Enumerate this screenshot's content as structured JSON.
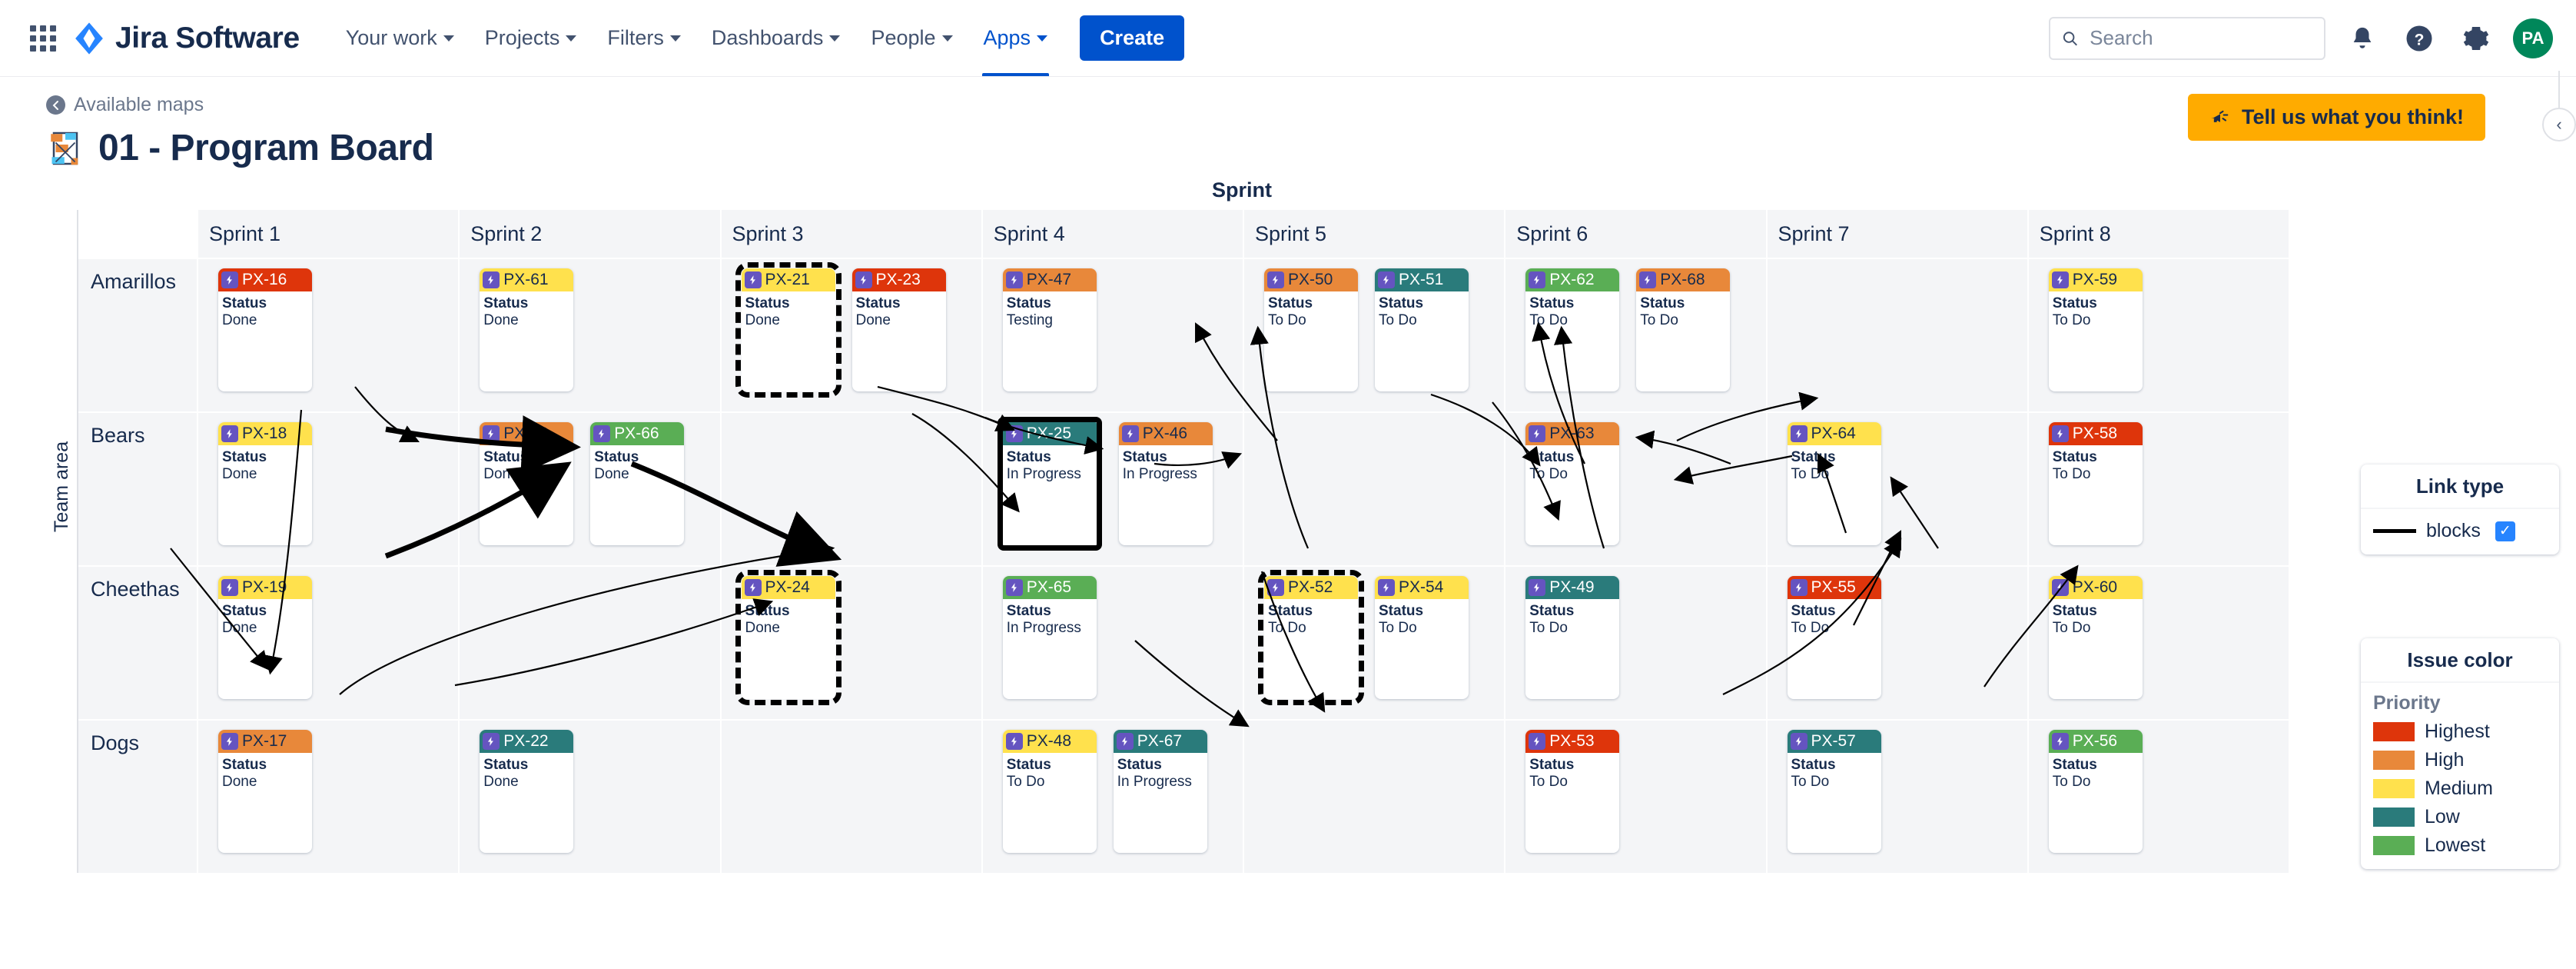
{
  "nav": {
    "brand": "Jira Software",
    "items": [
      {
        "label": "Your work",
        "caret": true,
        "active": false
      },
      {
        "label": "Projects",
        "caret": true,
        "active": false
      },
      {
        "label": "Filters",
        "caret": true,
        "active": false
      },
      {
        "label": "Dashboards",
        "caret": true,
        "active": false
      },
      {
        "label": "People",
        "caret": true,
        "active": false
      },
      {
        "label": "Apps",
        "caret": true,
        "active": true
      }
    ],
    "create_label": "Create",
    "search_placeholder": "Search",
    "search_value": "",
    "avatar_initials": "PA",
    "icons": {
      "app_switcher": "app-switcher-icon",
      "search": "search-icon",
      "notifications": "notification-bell-icon",
      "help": "help-question-icon",
      "settings": "gear-icon"
    }
  },
  "page": {
    "breadcrumb": "Available maps",
    "title": "01 - Program Board",
    "feedback_label": "Tell us what you think!",
    "collapse_label": "‹"
  },
  "board": {
    "column_axis_label": "Sprint",
    "row_axis_label": "Team area",
    "columns": [
      "Sprint 1",
      "Sprint 2",
      "Sprint 3",
      "Sprint 4",
      "Sprint 5",
      "Sprint 6",
      "Sprint 7",
      "Sprint 8"
    ],
    "rows": [
      "Amarillos",
      "Bears",
      "Cheethas",
      "Dogs"
    ],
    "field_label": "Status",
    "cards": [
      {
        "key": "PX-16",
        "status": "Done",
        "priority": "Highest",
        "color": "#DE350B",
        "row": 0,
        "col": 0,
        "selection": "none"
      },
      {
        "key": "PX-61",
        "status": "Done",
        "priority": "Medium",
        "color": "#FFE14D",
        "row": 0,
        "col": 1,
        "selection": "none"
      },
      {
        "key": "PX-21",
        "status": "Done",
        "priority": "Medium",
        "color": "#FFE14D",
        "row": 0,
        "col": 2,
        "selection": "dashed"
      },
      {
        "key": "PX-23",
        "status": "Done",
        "priority": "Highest",
        "color": "#DE350B",
        "row": 0,
        "col": 2,
        "selection": "none"
      },
      {
        "key": "PX-47",
        "status": "Testing",
        "priority": "High",
        "color": "#E8883A",
        "row": 0,
        "col": 3,
        "selection": "none"
      },
      {
        "key": "PX-50",
        "status": "To Do",
        "priority": "High",
        "color": "#E8883A",
        "row": 0,
        "col": 4,
        "selection": "none"
      },
      {
        "key": "PX-51",
        "status": "To Do",
        "priority": "Low",
        "color": "#2A7B7B",
        "row": 0,
        "col": 4,
        "selection": "none"
      },
      {
        "key": "PX-62",
        "status": "To Do",
        "priority": "Lowest",
        "color": "#5AAE55",
        "row": 0,
        "col": 5,
        "selection": "none"
      },
      {
        "key": "PX-68",
        "status": "To Do",
        "priority": "High",
        "color": "#E8883A",
        "row": 0,
        "col": 5,
        "selection": "none"
      },
      {
        "key": "PX-59",
        "status": "To Do",
        "priority": "Medium",
        "color": "#FFE14D",
        "row": 0,
        "col": 7,
        "selection": "none"
      },
      {
        "key": "PX-18",
        "status": "Done",
        "priority": "Medium",
        "color": "#FFE14D",
        "row": 1,
        "col": 0,
        "selection": "none"
      },
      {
        "key": "PX-20",
        "status": "Done",
        "priority": "High",
        "color": "#E8883A",
        "row": 1,
        "col": 1,
        "selection": "none"
      },
      {
        "key": "PX-66",
        "status": "Done",
        "priority": "Lowest",
        "color": "#5AAE55",
        "row": 1,
        "col": 1,
        "selection": "none"
      },
      {
        "key": "PX-25",
        "status": "In Progress",
        "priority": "Low",
        "color": "#2A7B7B",
        "row": 1,
        "col": 3,
        "selection": "solid"
      },
      {
        "key": "PX-46",
        "status": "In Progress",
        "priority": "High",
        "color": "#E8883A",
        "row": 1,
        "col": 3,
        "selection": "none"
      },
      {
        "key": "PX-63",
        "status": "To Do",
        "priority": "High",
        "color": "#E8883A",
        "row": 1,
        "col": 5,
        "selection": "none"
      },
      {
        "key": "PX-64",
        "status": "To Do",
        "priority": "Medium",
        "color": "#FFE14D",
        "row": 1,
        "col": 6,
        "selection": "none"
      },
      {
        "key": "PX-58",
        "status": "To Do",
        "priority": "Highest",
        "color": "#DE350B",
        "row": 1,
        "col": 7,
        "selection": "none"
      },
      {
        "key": "PX-19",
        "status": "Done",
        "priority": "Medium",
        "color": "#FFE14D",
        "row": 2,
        "col": 0,
        "selection": "none"
      },
      {
        "key": "PX-24",
        "status": "Done",
        "priority": "Medium",
        "color": "#FFE14D",
        "row": 2,
        "col": 2,
        "selection": "dashed"
      },
      {
        "key": "PX-65",
        "status": "In Progress",
        "priority": "Lowest",
        "color": "#5AAE55",
        "row": 2,
        "col": 3,
        "selection": "none"
      },
      {
        "key": "PX-52",
        "status": "To Do",
        "priority": "Medium",
        "color": "#FFE14D",
        "row": 2,
        "col": 4,
        "selection": "dashed"
      },
      {
        "key": "PX-54",
        "status": "To Do",
        "priority": "Medium",
        "color": "#FFE14D",
        "row": 2,
        "col": 4,
        "selection": "none"
      },
      {
        "key": "PX-49",
        "status": "To Do",
        "priority": "Low",
        "color": "#2A7B7B",
        "row": 2,
        "col": 5,
        "selection": "none"
      },
      {
        "key": "PX-55",
        "status": "To Do",
        "priority": "Highest",
        "color": "#DE350B",
        "row": 2,
        "col": 6,
        "selection": "none"
      },
      {
        "key": "PX-60",
        "status": "To Do",
        "priority": "Medium",
        "color": "#FFE14D",
        "row": 2,
        "col": 7,
        "selection": "none"
      },
      {
        "key": "PX-17",
        "status": "Done",
        "priority": "High",
        "color": "#E8883A",
        "row": 3,
        "col": 0,
        "selection": "none"
      },
      {
        "key": "PX-22",
        "status": "Done",
        "priority": "Low",
        "color": "#2A7B7B",
        "row": 3,
        "col": 1,
        "selection": "none"
      },
      {
        "key": "PX-48",
        "status": "To Do",
        "priority": "Medium",
        "color": "#FFE14D",
        "row": 3,
        "col": 3,
        "selection": "none"
      },
      {
        "key": "PX-67",
        "status": "In Progress",
        "priority": "Low",
        "color": "#2A7B7B",
        "row": 3,
        "col": 3,
        "selection": "none"
      },
      {
        "key": "PX-53",
        "status": "To Do",
        "priority": "Highest",
        "color": "#DE350B",
        "row": 3,
        "col": 5,
        "selection": "none"
      },
      {
        "key": "PX-57",
        "status": "To Do",
        "priority": "Low",
        "color": "#2A7B7B",
        "row": 3,
        "col": 6,
        "selection": "none"
      },
      {
        "key": "PX-56",
        "status": "To Do",
        "priority": "Lowest",
        "color": "#5AAE55",
        "row": 3,
        "col": 7,
        "selection": "none"
      }
    ]
  },
  "legend_linktype": {
    "title": "Link type",
    "rows": [
      {
        "label": "blocks",
        "checked": true,
        "color": "#000000"
      }
    ]
  },
  "legend_issuecolor": {
    "title": "Issue color",
    "subtitle": "Priority",
    "rows": [
      {
        "label": "Highest",
        "color": "#DE350B"
      },
      {
        "label": "High",
        "color": "#E8883A"
      },
      {
        "label": "Medium",
        "color": "#FFE14D"
      },
      {
        "label": "Low",
        "color": "#2A7B7B"
      },
      {
        "label": "Lowest",
        "color": "#5AAE55"
      }
    ]
  }
}
